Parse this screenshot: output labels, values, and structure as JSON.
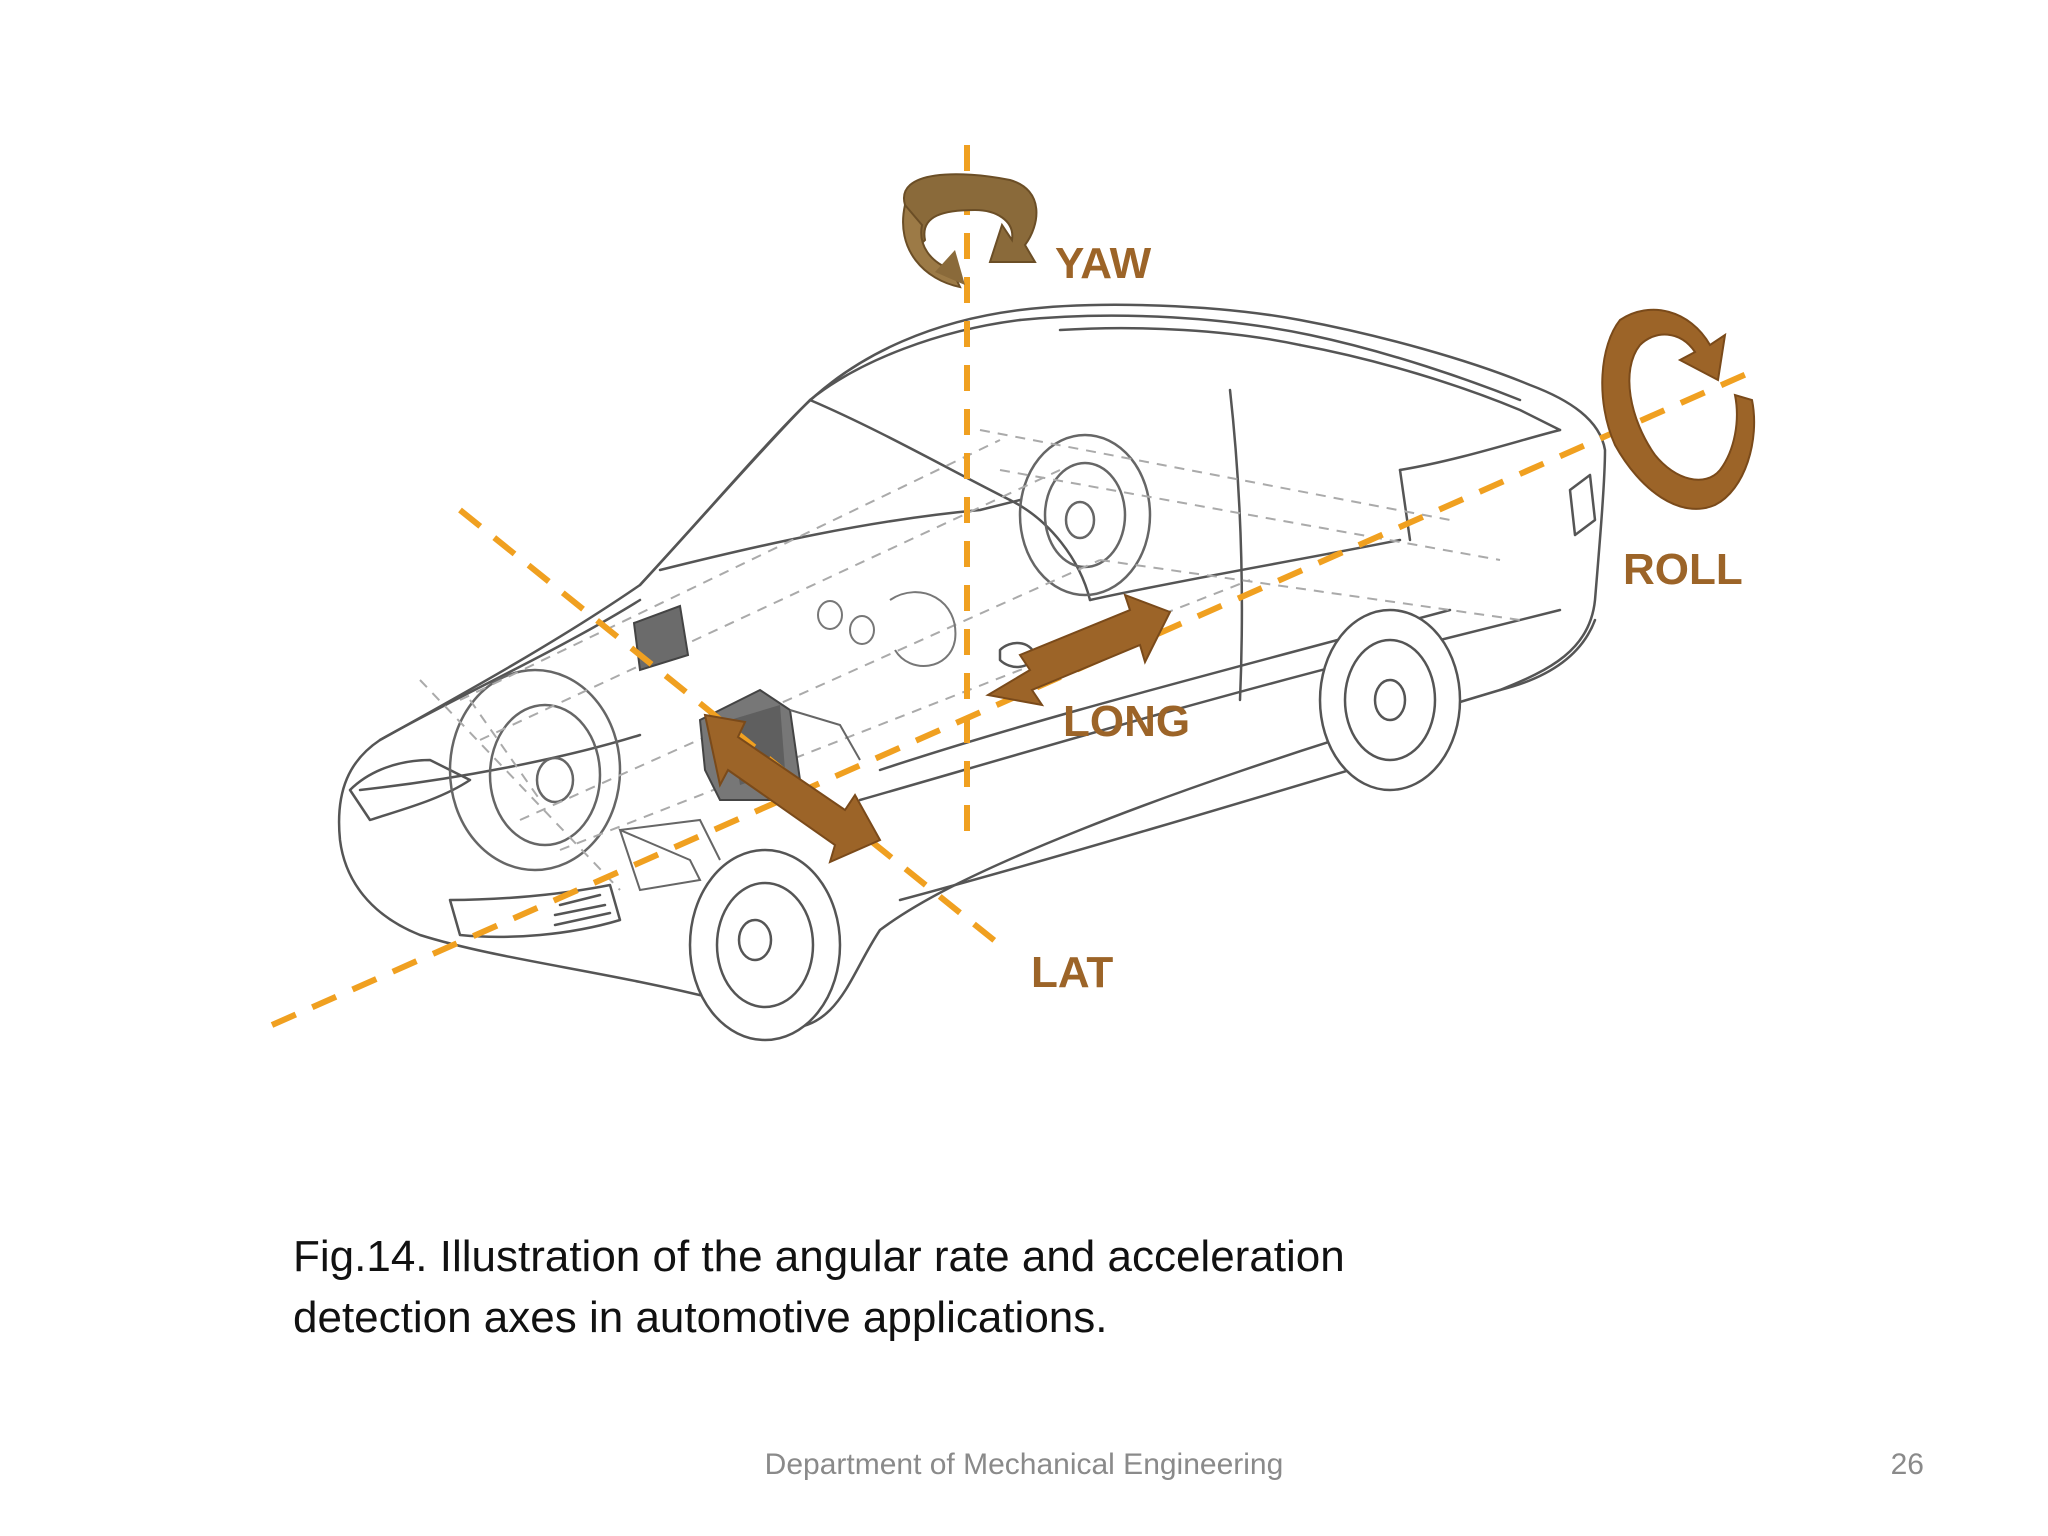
{
  "figure": {
    "labels": {
      "yaw": "YAW",
      "roll": "ROLL",
      "long": "LONG",
      "lat": "LAT"
    },
    "colors": {
      "axis_dash": "#f0a020",
      "arrow_brown": "#9c6428",
      "label_brown": "#9c6428",
      "car_outline": "#555555",
      "car_hidden": "#aaaaaa",
      "module_dark": "#555555"
    },
    "icons": [
      "yaw-rotation-icon",
      "roll-rotation-icon",
      "long-arrow-icon",
      "lat-arrow-icon"
    ]
  },
  "caption": {
    "line1": "Fig.14. Illustration of the angular rate and acceleration",
    "line2": "detection axes in automotive applications."
  },
  "footer": {
    "department": "Department of Mechanical Engineering",
    "page_number": "26"
  }
}
